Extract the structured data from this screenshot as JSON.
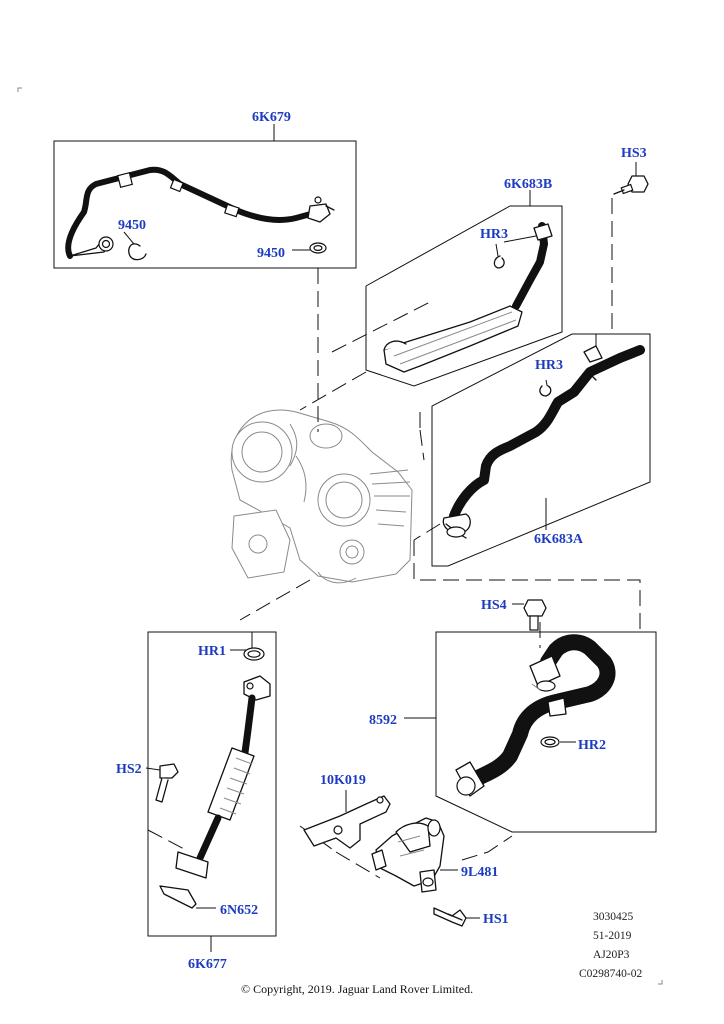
{
  "callouts": {
    "c_6k679": "6K679",
    "c_9450a": "9450",
    "c_9450b": "9450",
    "c_hs3": "HS3",
    "c_6k683b": "6K683B",
    "c_hr3a": "HR3",
    "c_hr3b": "HR3",
    "c_6k683a": "6K683A",
    "c_hs4": "HS4",
    "c_8592": "8592",
    "c_hr2": "HR2",
    "c_hr1": "HR1",
    "c_hs2": "HS2",
    "c_10k019": "10K019",
    "c_9l481": "9L481",
    "c_hs1": "HS1",
    "c_6n652": "6N652",
    "c_6k677": "6K677"
  },
  "meta": {
    "line1": "3030425",
    "line2": "51-2019",
    "line3": "AJ20P3",
    "line4": "C0298740-02"
  },
  "copyright": "© Copyright, 2019. Jaguar Land Rover Limited.",
  "colors": {
    "callout": "#1c3bbf",
    "line": "#111111",
    "ghost": "#8a8a8a"
  }
}
